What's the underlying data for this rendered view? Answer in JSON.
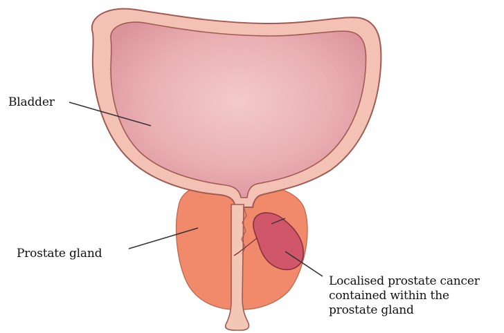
{
  "labels": {
    "bladder": "Bladder",
    "prostate_gland": "Prostate gland",
    "cancer_line1": "Localised prostate cancer",
    "cancer_line2": "contained within the",
    "cancer_line3": "prostate gland"
  },
  "colors": {
    "bladder_wall": "#f3c2b4",
    "bladder_wall_outline": "#a05a54",
    "bladder_inner_center": "#f3c8c8",
    "bladder_inner_edge": "#e09aa2",
    "prostate": "#f08a6a",
    "tumour": "#d0566a",
    "urethra": "#f3c7b6",
    "leader_line": "#333333"
  }
}
